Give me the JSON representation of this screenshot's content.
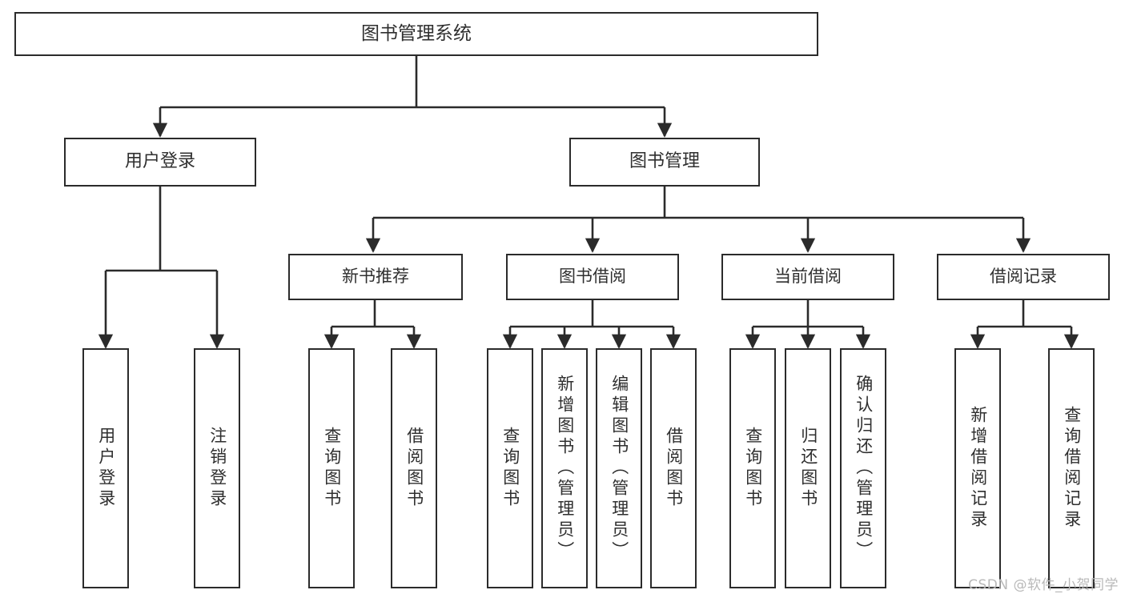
{
  "diagram": {
    "title": "图书管理系统",
    "type": "tree-hierarchy",
    "watermark": "CSDN @软件_小贺同学",
    "colors": {
      "background": "#ffffff",
      "border": "#2b2b2b",
      "text": "#2f2f2f",
      "connector": "#2b2b2b",
      "watermark": "#b9b9b9"
    },
    "root": {
      "label": "图书管理系统"
    },
    "level1": [
      {
        "id": "user-login",
        "label": "用户登录"
      },
      {
        "id": "book-manage",
        "label": "图书管理"
      }
    ],
    "level2": [
      {
        "id": "new-book-rec",
        "label": "新书推荐",
        "parent": "book-manage"
      },
      {
        "id": "book-borrow",
        "label": "图书借阅",
        "parent": "book-manage"
      },
      {
        "id": "current-borrow",
        "label": "当前借阅",
        "parent": "book-manage"
      },
      {
        "id": "borrow-record",
        "label": "借阅记录",
        "parent": "book-manage"
      }
    ],
    "leaves": [
      {
        "id": "leaf-user-login",
        "label": "用户登录",
        "parent": "user-login"
      },
      {
        "id": "leaf-user-logout",
        "label": "注销登录",
        "parent": "user-login"
      },
      {
        "id": "leaf-query-book-rec",
        "label": "查询图书",
        "parent": "new-book-rec"
      },
      {
        "id": "leaf-borrow-book-rec",
        "label": "借阅图书",
        "parent": "new-book-rec"
      },
      {
        "id": "leaf-query-book-borrow",
        "label": "查询图书",
        "parent": "book-borrow"
      },
      {
        "id": "leaf-add-book-admin",
        "label": "新增图书（管理员）",
        "parent": "book-borrow"
      },
      {
        "id": "leaf-edit-book-admin",
        "label": "编辑图书（管理员）",
        "parent": "book-borrow"
      },
      {
        "id": "leaf-borrow-book",
        "label": "借阅图书",
        "parent": "book-borrow"
      },
      {
        "id": "leaf-query-book-current",
        "label": "查询图书",
        "parent": "current-borrow"
      },
      {
        "id": "leaf-return-book",
        "label": "归还图书",
        "parent": "current-borrow"
      },
      {
        "id": "leaf-confirm-return-admin",
        "label": "确认归还（管理员）",
        "parent": "current-borrow"
      },
      {
        "id": "leaf-add-borrow-record",
        "label": "新增借阅记录",
        "parent": "borrow-record"
      },
      {
        "id": "leaf-query-borrow-record",
        "label": "查询借阅记录",
        "parent": "borrow-record"
      }
    ]
  }
}
